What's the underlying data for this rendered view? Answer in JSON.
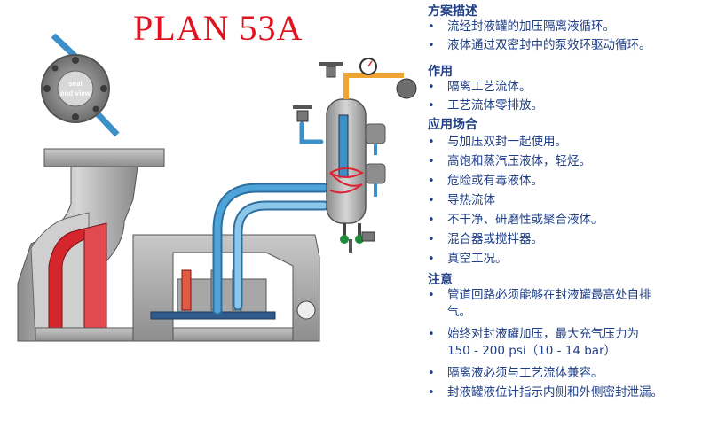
{
  "title": "PLAN 53A",
  "seal_view_label_1": "seal",
  "seal_view_label_2": "end view",
  "sections": {
    "description": {
      "heading": "方案描述",
      "items": [
        "流经封液罐的加压隔离液循环。",
        "液体通过双密封中的泵效环驱动循环。"
      ]
    },
    "function": {
      "heading": "作用",
      "items": [
        "隔离工艺流体。",
        "工艺流体零排放。"
      ]
    },
    "applications": {
      "heading": "应用场合",
      "items": [
        "与加压双封一起使用。",
        "高饱和蒸汽压液体，轻烃。",
        "危险或有毒液体。",
        "导热流体",
        "不干净、研磨性或聚合液体。",
        "混合器或搅拌器。",
        "真空工况。"
      ]
    },
    "notes": {
      "heading": "注意",
      "items": [
        "管道回路必须能够在封液罐最高处自排\n气。",
        "始终对封液罐加压，最大充气压力为\n150 - 200 psi（10 - 14 bar）",
        "隔离液必须与工艺流体兼容。",
        "封液罐液位计指示内侧和外侧密封泄漏。"
      ]
    }
  },
  "colors": {
    "title_red": "#e0141e",
    "text_blue": "#1f3f86",
    "pipe_blue": "#3d8fc8",
    "pipe_orange": "#f0a431"
  }
}
